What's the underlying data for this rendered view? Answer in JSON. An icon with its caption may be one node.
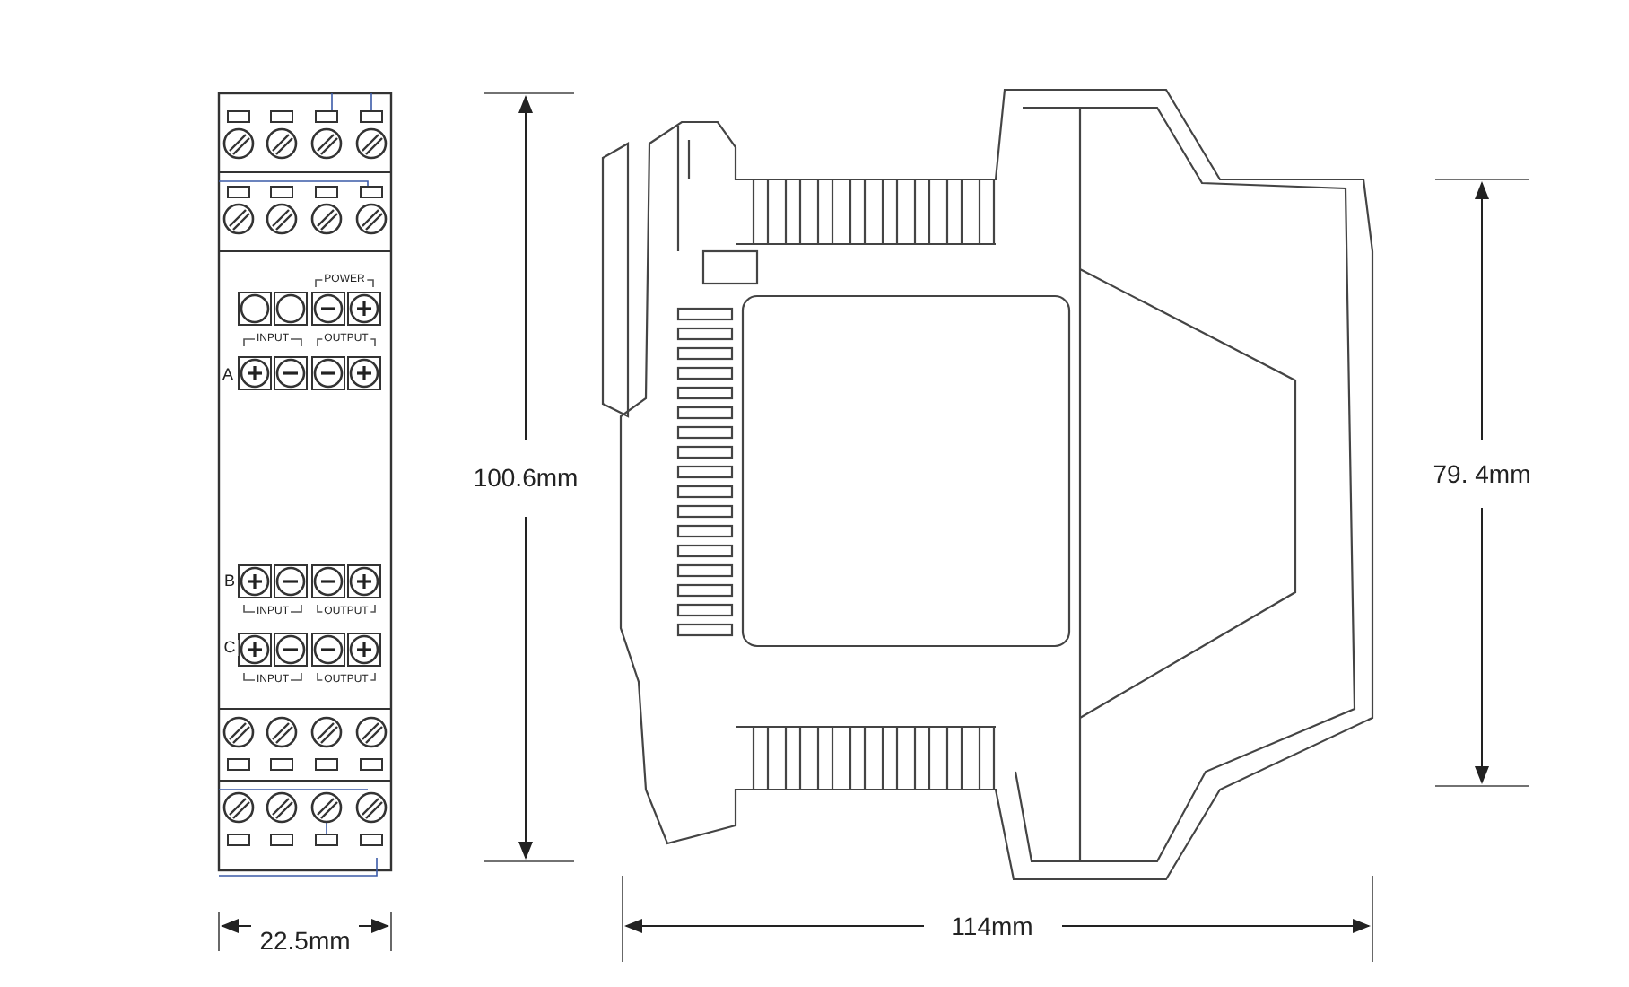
{
  "diagram": {
    "labels": [
      "POWER",
      "INPUT",
      "OUTPUT",
      "A",
      "B",
      "INPUT",
      "OUTPUT",
      "C",
      "INPUT",
      "OUTPUT",
      "100.6mm",
      "79. 4mm",
      "22.5mm",
      "114mm"
    ]
  }
}
